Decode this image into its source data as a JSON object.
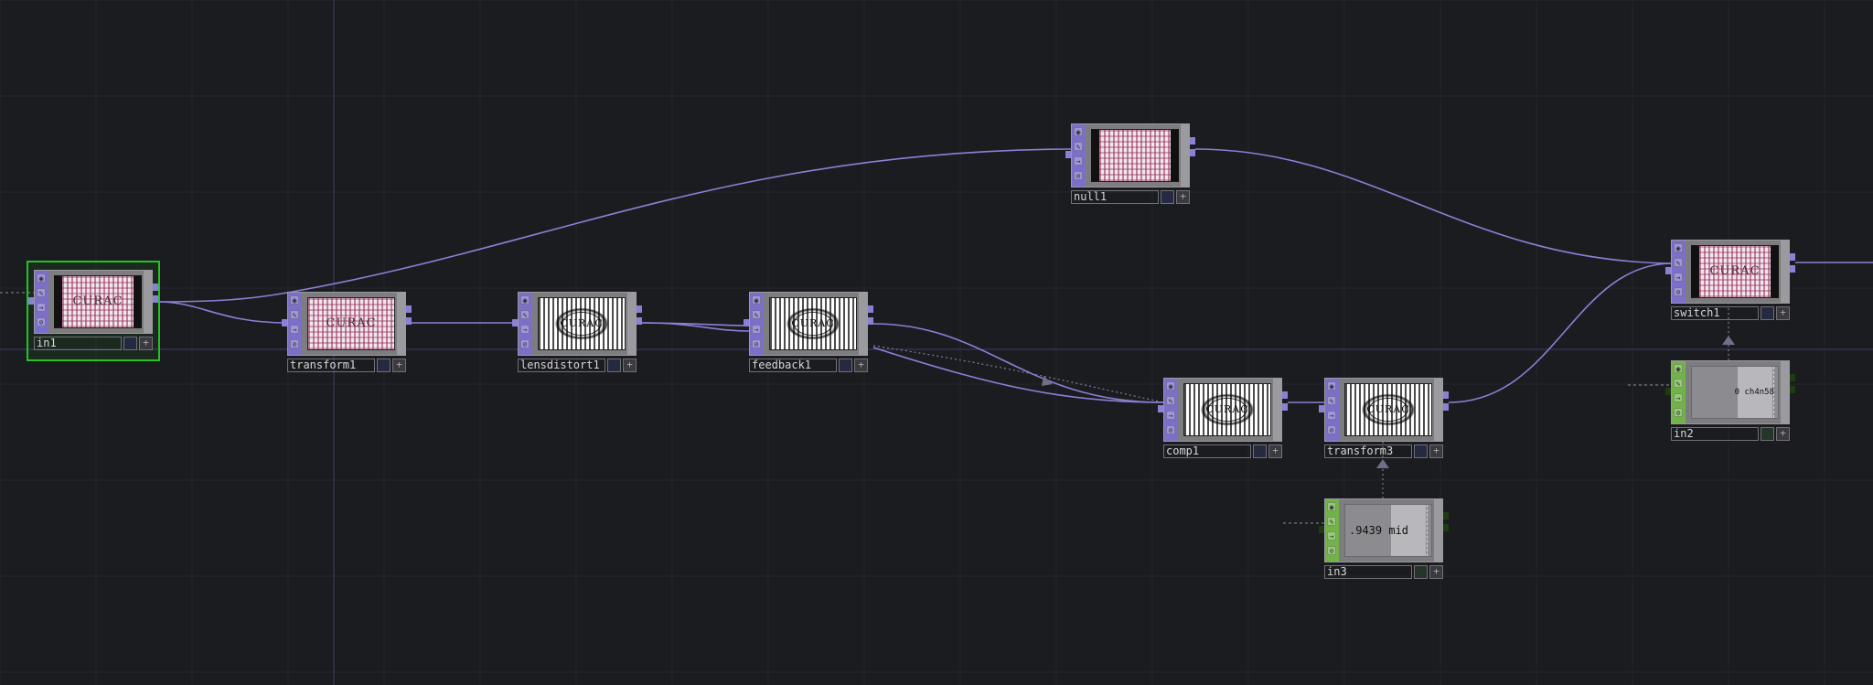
{
  "network": {
    "nodes": [
      {
        "id": "in1",
        "label": "in1",
        "family": "top",
        "preview": "orig",
        "preview_text": "CURAC",
        "selected": true
      },
      {
        "id": "transform1",
        "label": "transform1",
        "family": "top",
        "preview": "orig",
        "preview_text": "CURAC"
      },
      {
        "id": "lensdistort1",
        "label": "lensdistort1",
        "family": "top",
        "preview": "bw",
        "preview_text": "CURAC"
      },
      {
        "id": "feedback1",
        "label": "feedback1",
        "family": "top",
        "preview": "bw",
        "preview_text": "CURAC"
      },
      {
        "id": "null1",
        "label": "null1",
        "family": "top",
        "preview": "orig",
        "preview_text": ""
      },
      {
        "id": "comp1",
        "label": "comp1",
        "family": "top",
        "preview": "bw",
        "preview_text": "CURAC"
      },
      {
        "id": "transform3",
        "label": "transform3",
        "family": "top",
        "preview": "bw",
        "preview_text": "CURAC"
      },
      {
        "id": "switch1",
        "label": "switch1",
        "family": "top",
        "preview": "orig",
        "preview_text": "CURAC"
      },
      {
        "id": "in2",
        "label": "in2",
        "family": "chop",
        "preview": "chop",
        "value": "0 ch4n58"
      },
      {
        "id": "in3",
        "label": "in3",
        "family": "chop",
        "preview": "chop",
        "value": ".9439 mid"
      }
    ]
  },
  "colors": {
    "background": "#1b1c20",
    "wire": "#8b80d6",
    "top_node_side": "#7b6fc9",
    "chop_node_side": "#72b349",
    "selection": "#22c422",
    "node_body": "#7d7d80"
  },
  "icons": {
    "side_buttons": [
      "viewer-icon",
      "pencil-icon",
      "arrow-icon",
      "bypass-icon"
    ],
    "label_flags": [
      "display-flag-icon",
      "add-icon"
    ]
  }
}
